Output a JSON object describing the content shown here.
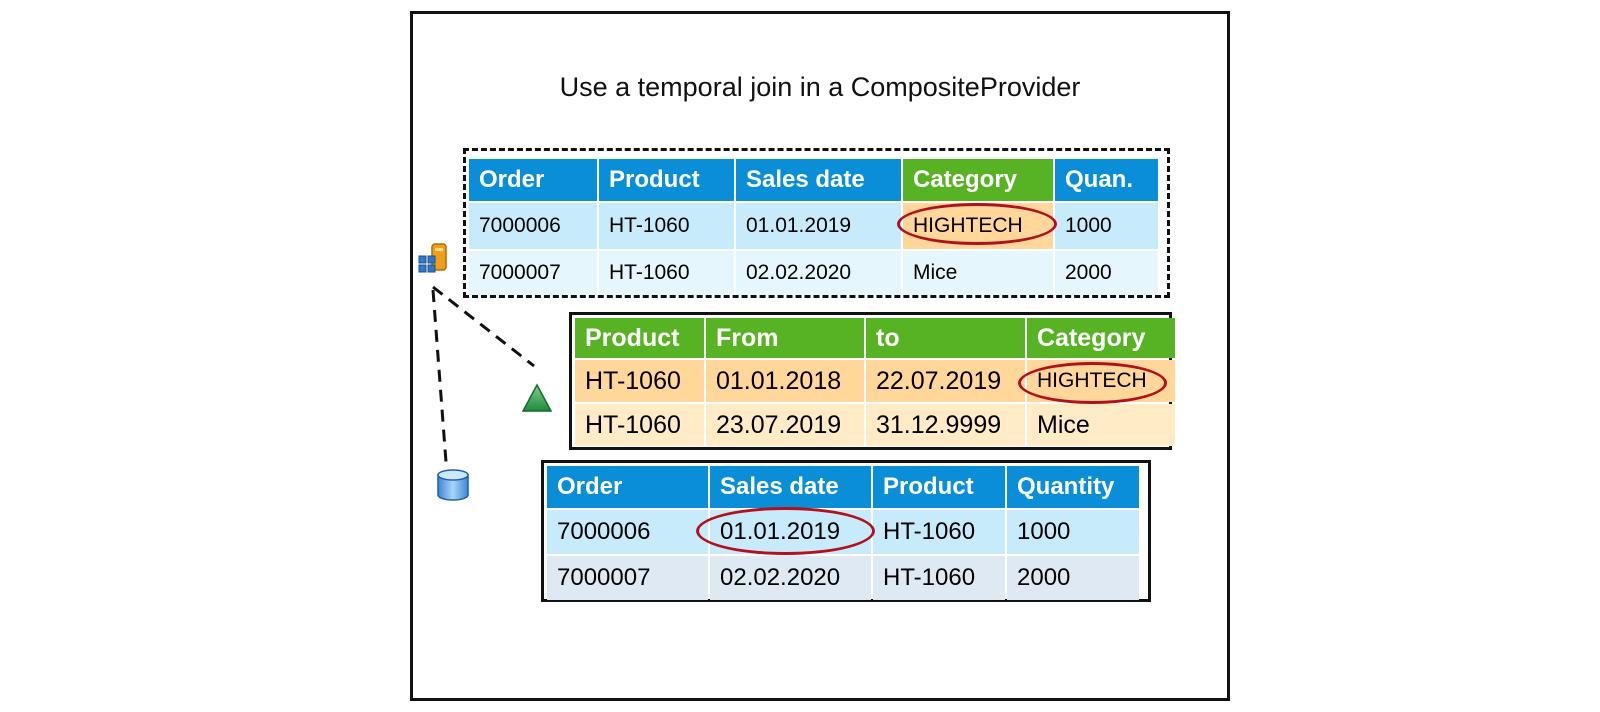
{
  "title": "Use a temporal join in a CompositeProvider",
  "composite_table": {
    "headers": [
      "Order",
      "Product",
      "Sales date",
      "Category",
      "Quan."
    ],
    "rows": [
      [
        "7000006",
        "HT-1060",
        "01.01.2019",
        "HIGHTECH",
        "1000"
      ],
      [
        "7000007",
        "HT-1060",
        "02.02.2020",
        "Mice",
        "2000"
      ]
    ]
  },
  "masterdata_table": {
    "headers": [
      "Product",
      "From",
      "to",
      "Category"
    ],
    "rows": [
      [
        "HT-1060",
        "01.01.2018",
        "22.07.2019",
        "HIGHTECH"
      ],
      [
        "HT-1060",
        "23.07.2019",
        "31.12.9999",
        "Mice"
      ]
    ]
  },
  "sales_table": {
    "headers": [
      "Order",
      "Sales date",
      "Product",
      "Quantity"
    ],
    "rows": [
      [
        "7000006",
        "01.01.2019",
        "HT-1060",
        "1000"
      ],
      [
        "7000007",
        "02.02.2020",
        "HT-1060",
        "2000"
      ]
    ]
  },
  "colors": {
    "header_blue": "#0a8ed8",
    "header_green": "#58b324",
    "highlight_ellipse": "#b2101a",
    "row_orange": "#ffd79b",
    "row_cream": "#ffecc6",
    "row_lightblue": "#c8ebfb"
  },
  "icons": {
    "composite_provider": "composite-provider-icon",
    "master_data": "master-data-triangle-icon",
    "data_store": "database-cylinder-icon"
  }
}
